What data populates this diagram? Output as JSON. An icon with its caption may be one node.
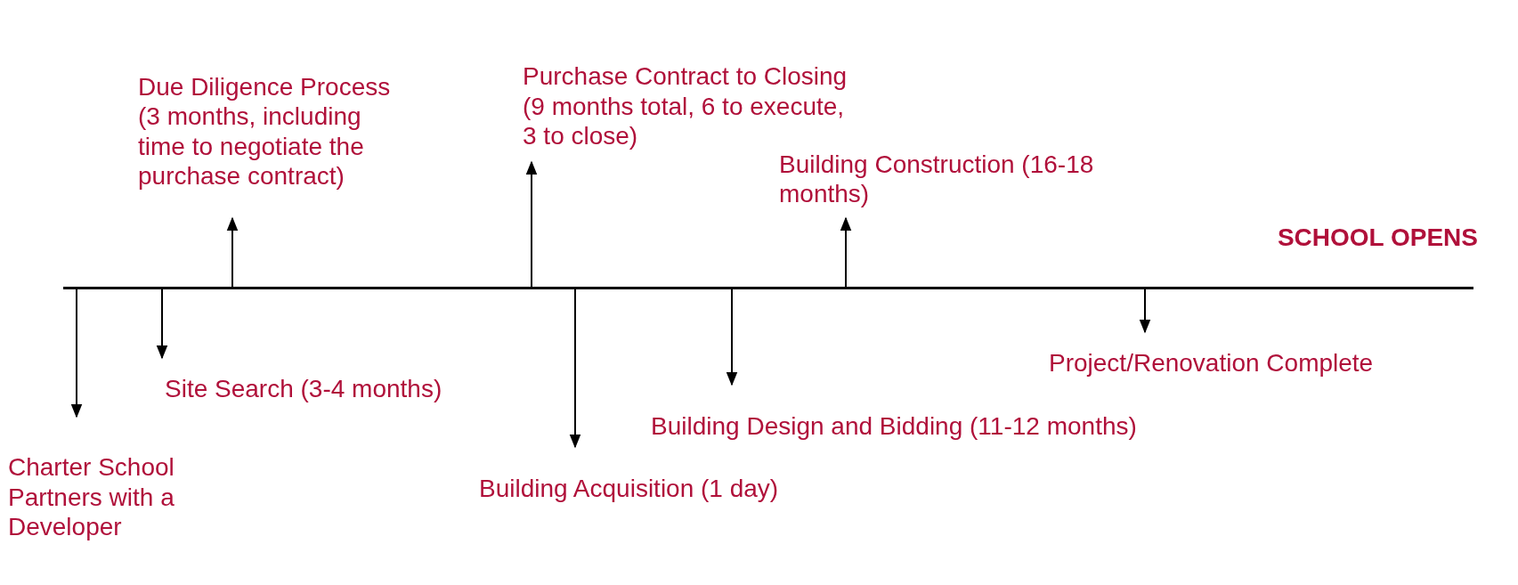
{
  "diagram": {
    "nodes": [
      {
        "text": [],
        "shape": "bar"
      },
      {
        "text": [
          "Charter School Partners with a Developer"
        ]
      },
      {
        "text": [
          "Site Search (3-4 months)"
        ]
      },
      {
        "text": [
          "Due Diligence Process (3 months, including time to negotiate the purchase contract)"
        ]
      },
      {
        "text": [
          "Purchase Contract to Closing (9 months total, 6 to execute, 3 to close)"
        ]
      },
      {
        "text": [
          "Building Acquisition (1 day)"
        ]
      },
      {
        "text": [
          "Building Design and Bidding (11-12 months)"
        ]
      },
      {
        "text": [
          "Building Construction (16-18 months)"
        ]
      },
      {
        "text": [
          "Project/Renovation Complete"
        ]
      }
    ],
    "edges": [
      {
        "from": 0,
        "to": 1,
        "arrow": "to"
      },
      {
        "from": 0,
        "to": 2,
        "arrow": "to"
      },
      {
        "from": 0,
        "to": 3,
        "arrow": "to"
      },
      {
        "from": 0,
        "to": 4,
        "arrow": "to"
      },
      {
        "from": 0,
        "to": 5,
        "arrow": "to"
      },
      {
        "from": 0,
        "to": 6,
        "arrow": "to"
      },
      {
        "from": 0,
        "to": 7,
        "arrow": "to"
      },
      {
        "from": 0,
        "to": 8,
        "arrow": "to"
      }
    ],
    "labels": [
      "SCHOOL OPENS"
    ]
  }
}
